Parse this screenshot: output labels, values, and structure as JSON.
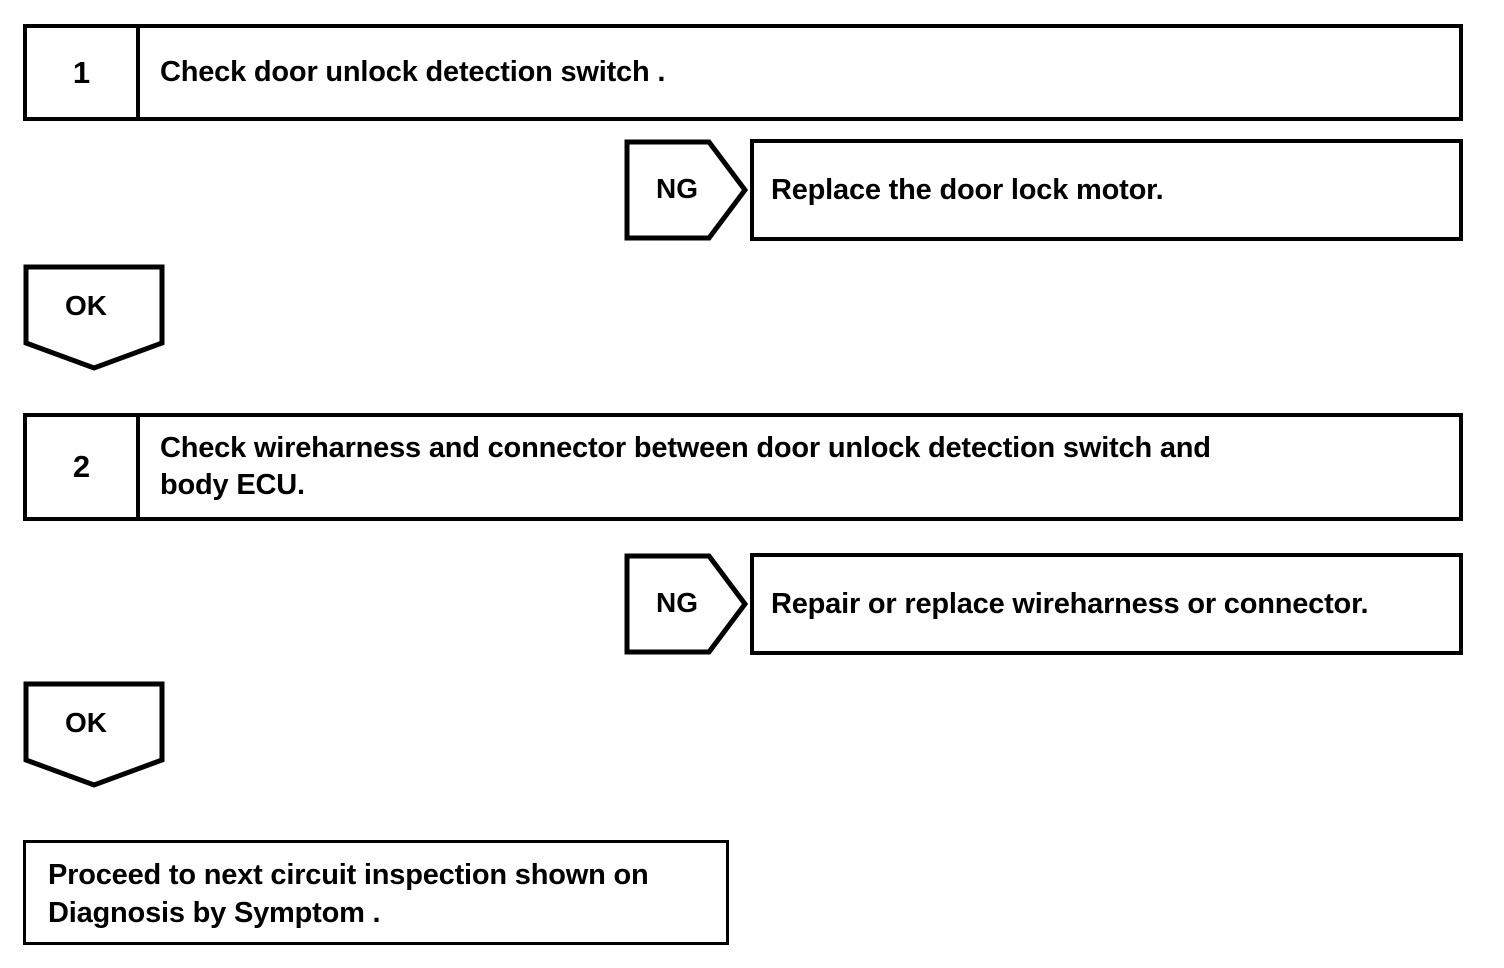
{
  "document": {
    "type": "diagnostic-flowchart",
    "background_color": "#ffffff",
    "line_color": "#000000"
  },
  "flow": {
    "steps": [
      {
        "number": "1",
        "text": "Check door unlock detection switch ."
      },
      {
        "number": "2",
        "text": "Check wireharness and connector between door unlock detection switch and\nbody ECU."
      }
    ],
    "branches": [
      {
        "connector_label": "NG",
        "action": "Replace the door lock motor."
      },
      {
        "connector_label": "NG",
        "action": "Repair or replace wireharness or connector."
      }
    ],
    "pass_connectors": [
      {
        "label": "OK"
      },
      {
        "label": "OK"
      }
    ],
    "terminal": {
      "text": " Proceed to next circuit inspection shown on\nDiagnosis by Symptom ."
    }
  }
}
